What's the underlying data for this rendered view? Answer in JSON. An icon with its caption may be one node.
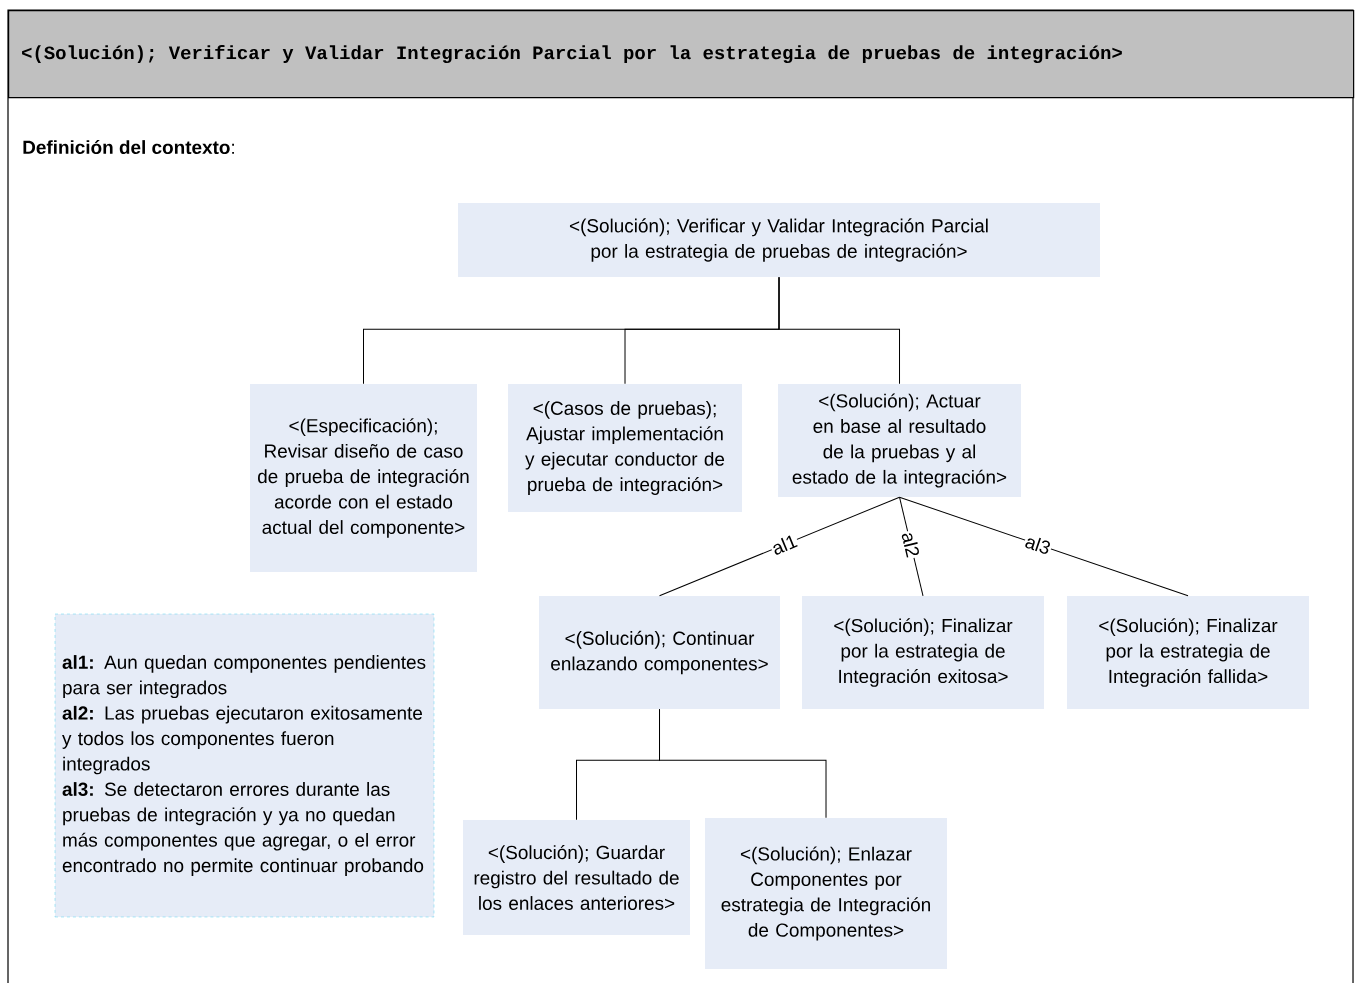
{
  "diagram": {
    "title": "<(Solución); Verificar y Validar Integración Parcial por la estrategia de pruebas de integración>",
    "nodes": [
      {
        "text": [
          "<(Solución); Verificar y Validar Integración Parcial por la estrategia de pruebas de integración>"
        ]
      },
      {
        "text": [
          "<(Especificación); Revisar diseño de caso de prueba de integración acorde con el estado actual del componente>"
        ]
      },
      {
        "text": [
          "<(Casos de pruebas); Ajustar implementación y ejecutar conductor de prueba de integración>"
        ]
      },
      {
        "text": [
          "<(Solución); Actuar en base al resultado de la pruebas y al estado de la integración>"
        ]
      },
      {
        "text": [
          "<(Solución); Continuar enlazando componentes>"
        ]
      },
      {
        "text": [
          "<(Solución); Finalizar por la estrategia de Integración exitosa>"
        ]
      },
      {
        "text": [
          "<(Solución); Finalizar por la estrategia de Integración fallida>"
        ]
      },
      {
        "text": [
          "<(Solución); Guardar registro del resultado de los enlaces anteriores>"
        ]
      },
      {
        "text": [
          "<(Solución); Enlazar Componentes por estrategia de Integración de Componentes>"
        ]
      },
      {
        "text": [
          "**al1:** Aun quedan componentes pendientes para ser integrados",
          "**al2:** Las pruebas ejecutaron exitosamente y todos los componentes fueron integrados",
          "**al3:** Se detectaron errores durante las pruebas de integración y ya no quedan más componentes que agregar, o el error encontrado no permite continuar probando"
        ]
      }
    ],
    "edges": [
      {
        "from": 0,
        "to": 1,
        "arrow": "none"
      },
      {
        "from": 0,
        "to": 2,
        "arrow": "none"
      },
      {
        "from": 0,
        "to": 3,
        "arrow": "none"
      },
      {
        "from": 3,
        "to": 4,
        "arrow": "none",
        "label": "al1"
      },
      {
        "from": 3,
        "to": 5,
        "arrow": "none",
        "label": "al2"
      },
      {
        "from": 3,
        "to": 6,
        "arrow": "none",
        "label": "al3"
      },
      {
        "from": 4,
        "to": 7,
        "arrow": "none"
      },
      {
        "from": 4,
        "to": 8,
        "arrow": "none"
      }
    ],
    "labels": [
      "**Definición del contexto**:"
    ]
  }
}
